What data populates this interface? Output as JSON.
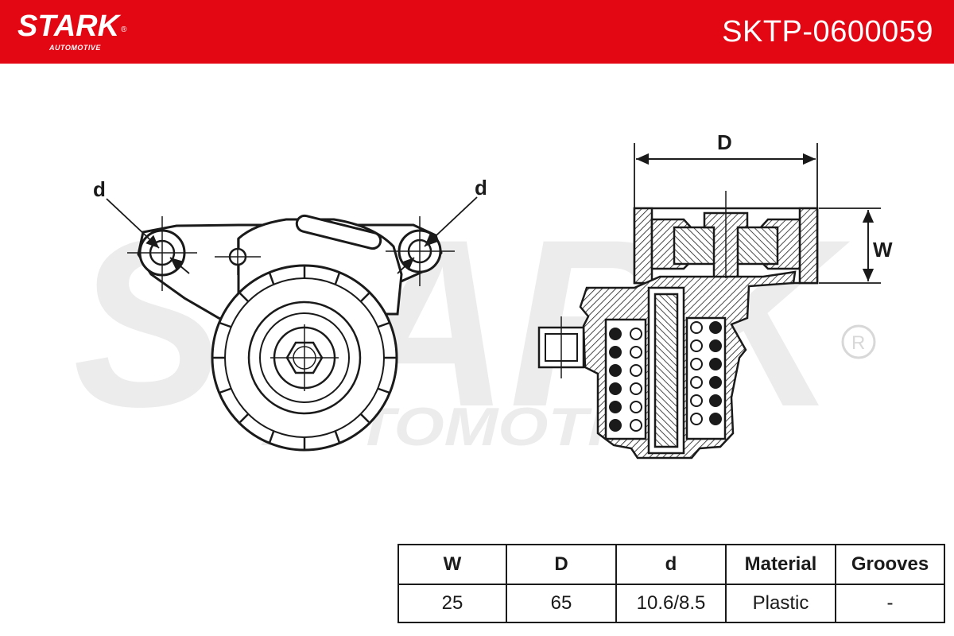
{
  "header": {
    "brand": "STARK",
    "brand_sub": "AUTOMOTIVE",
    "registered_mark": "®",
    "part_number": "SKTP-0600059",
    "accent_color": "#e30613"
  },
  "watermark": {
    "main": "STARK",
    "sub": "AUTOMOTIVE",
    "mark": "®"
  },
  "drawing": {
    "front_view": {
      "label_left": "d",
      "label_right": "d"
    },
    "section_view": {
      "label_diameter": "D",
      "label_width": "W"
    }
  },
  "spec_table": {
    "headers": [
      "W",
      "D",
      "d",
      "Material",
      "Grooves"
    ],
    "values": [
      "25",
      "65",
      "10.6/8.5",
      "Plastic",
      "-"
    ]
  }
}
